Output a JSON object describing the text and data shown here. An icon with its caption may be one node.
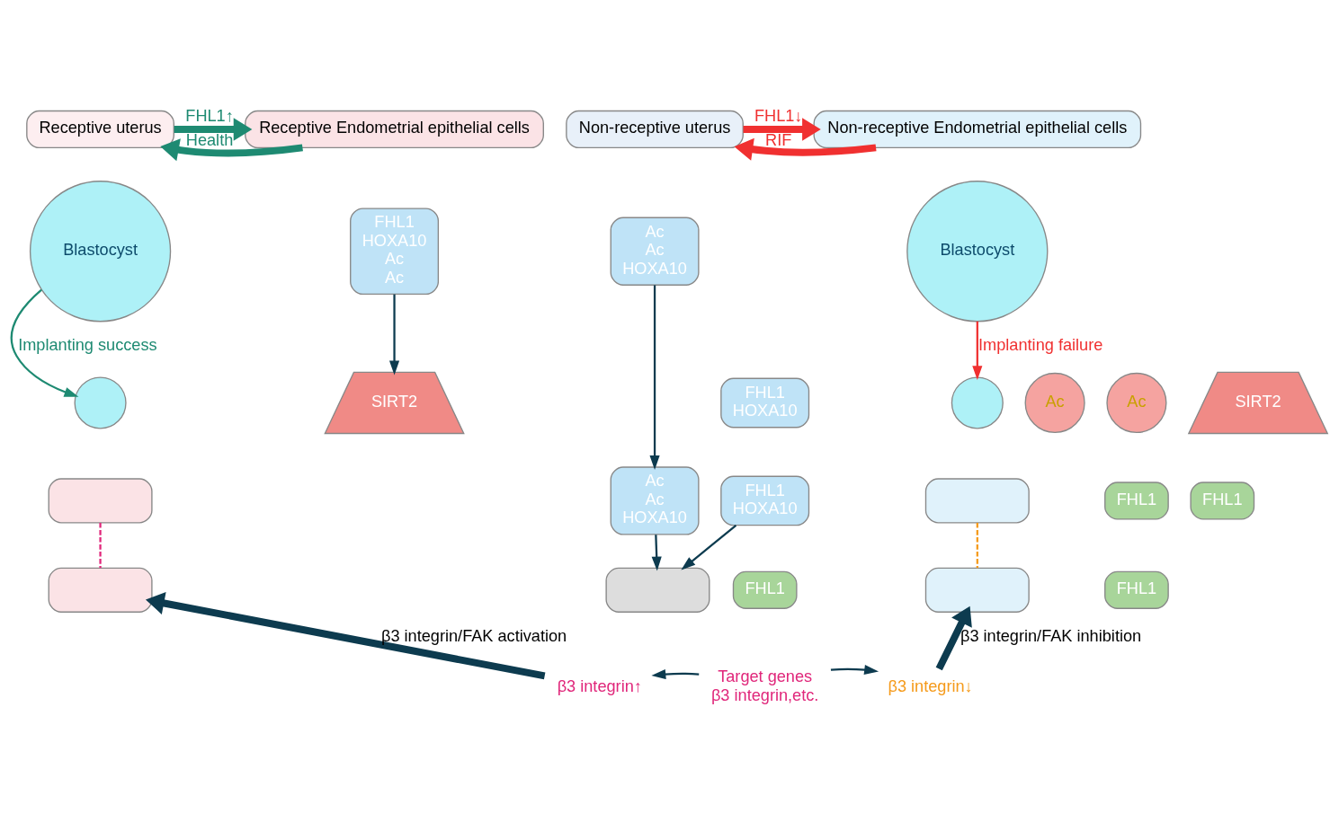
{
  "diagram": {
    "nodes": [
      {
        "text": [
          "Receptive uterus"
        ]
      },
      {
        "text": [
          "Receptive Endometrial epithelial cells"
        ]
      },
      {
        "text": [
          "Non-receptive uterus"
        ]
      },
      {
        "text": [
          "Non-receptive Endometrial epithelial cells"
        ]
      },
      {
        "text": [
          "Blastocyst"
        ]
      },
      {
        "text": [],
        "shape": "circle"
      },
      {
        "text": [],
        "shape": "box"
      },
      {
        "text": [],
        "shape": "box"
      },
      {
        "text": [
          "FHL1",
          "HOXA10",
          "Ac",
          "Ac"
        ]
      },
      {
        "text": [
          "FHL1",
          "HOXA10"
        ]
      },
      {
        "text": [
          "SIRT2"
        ]
      },
      {
        "text": [
          "FHL1",
          "HOXA10"
        ]
      },
      {
        "text": [
          "Ac"
        ]
      },
      {
        "text": [
          "Ac"
        ]
      },
      {
        "text": [
          "FHL1"
        ]
      },
      {
        "text": [
          "FHL1"
        ]
      },
      {
        "text": [
          "FHL1"
        ]
      },
      {
        "text": [],
        "shape": "box"
      },
      {
        "text": [
          "Target genes",
          "β3 integrin,etc."
        ]
      },
      {
        "text": [
          "β3 integrin↑"
        ]
      },
      {
        "text": [
          "β3 integrin↓"
        ]
      },
      {
        "text": [
          "Ac",
          "Ac",
          "HOXA10"
        ]
      },
      {
        "text": [
          "Ac",
          "Ac",
          "HOXA10"
        ]
      },
      {
        "text": [
          "SIRT2"
        ]
      },
      {
        "text": [
          "FHL1"
        ]
      },
      {
        "text": [
          "Blastocyst"
        ]
      },
      {
        "text": [],
        "shape": "circle"
      },
      {
        "text": [],
        "shape": "box"
      },
      {
        "text": [],
        "shape": "box"
      }
    ],
    "edges": [
      {
        "from": 1,
        "to": 0,
        "arrow": "to",
        "label": "Health",
        "style": "thick",
        "color": "#1e8a72"
      },
      {
        "from": 0,
        "to": 1,
        "arrow": "to",
        "label": "FHL1↑",
        "style": "thick",
        "color": "#1e8a72"
      },
      {
        "from": 3,
        "to": 2,
        "arrow": "to",
        "label": "RIF",
        "style": "thick",
        "color": "#f03030"
      },
      {
        "from": 2,
        "to": 3,
        "arrow": "to",
        "label": "FHL1↓",
        "style": "thick",
        "color": "#f03030"
      },
      {
        "from": 4,
        "to": 5,
        "arrow": "to",
        "label": "Implanting success",
        "color": "#1e8a72"
      },
      {
        "from": 6,
        "to": 7,
        "arrow": "none",
        "style": "dashed",
        "color": "#e0267a"
      },
      {
        "from": 19,
        "to": 7,
        "arrow": "to",
        "label": "β3 integrin/FAK activation",
        "style": "thick"
      },
      {
        "from": 8,
        "to": 10,
        "arrow": "to"
      },
      {
        "from": 11,
        "to": 17,
        "arrow": "to"
      },
      {
        "from": 18,
        "to": 19,
        "arrow": "to"
      },
      {
        "from": 18,
        "to": 20,
        "arrow": "to"
      },
      {
        "from": 21,
        "to": 22,
        "arrow": "to"
      },
      {
        "from": 22,
        "to": 17,
        "arrow": "to"
      },
      {
        "from": 25,
        "to": 26,
        "arrow": "to",
        "label": "Implanting failure",
        "color": "#f03030"
      },
      {
        "from": 27,
        "to": 28,
        "arrow": "none",
        "style": "dashed",
        "color": "#f59a1a"
      },
      {
        "from": 20,
        "to": 28,
        "arrow": "to",
        "label": "β3 integrin/FAK inhibition",
        "style": "thick"
      }
    ]
  }
}
